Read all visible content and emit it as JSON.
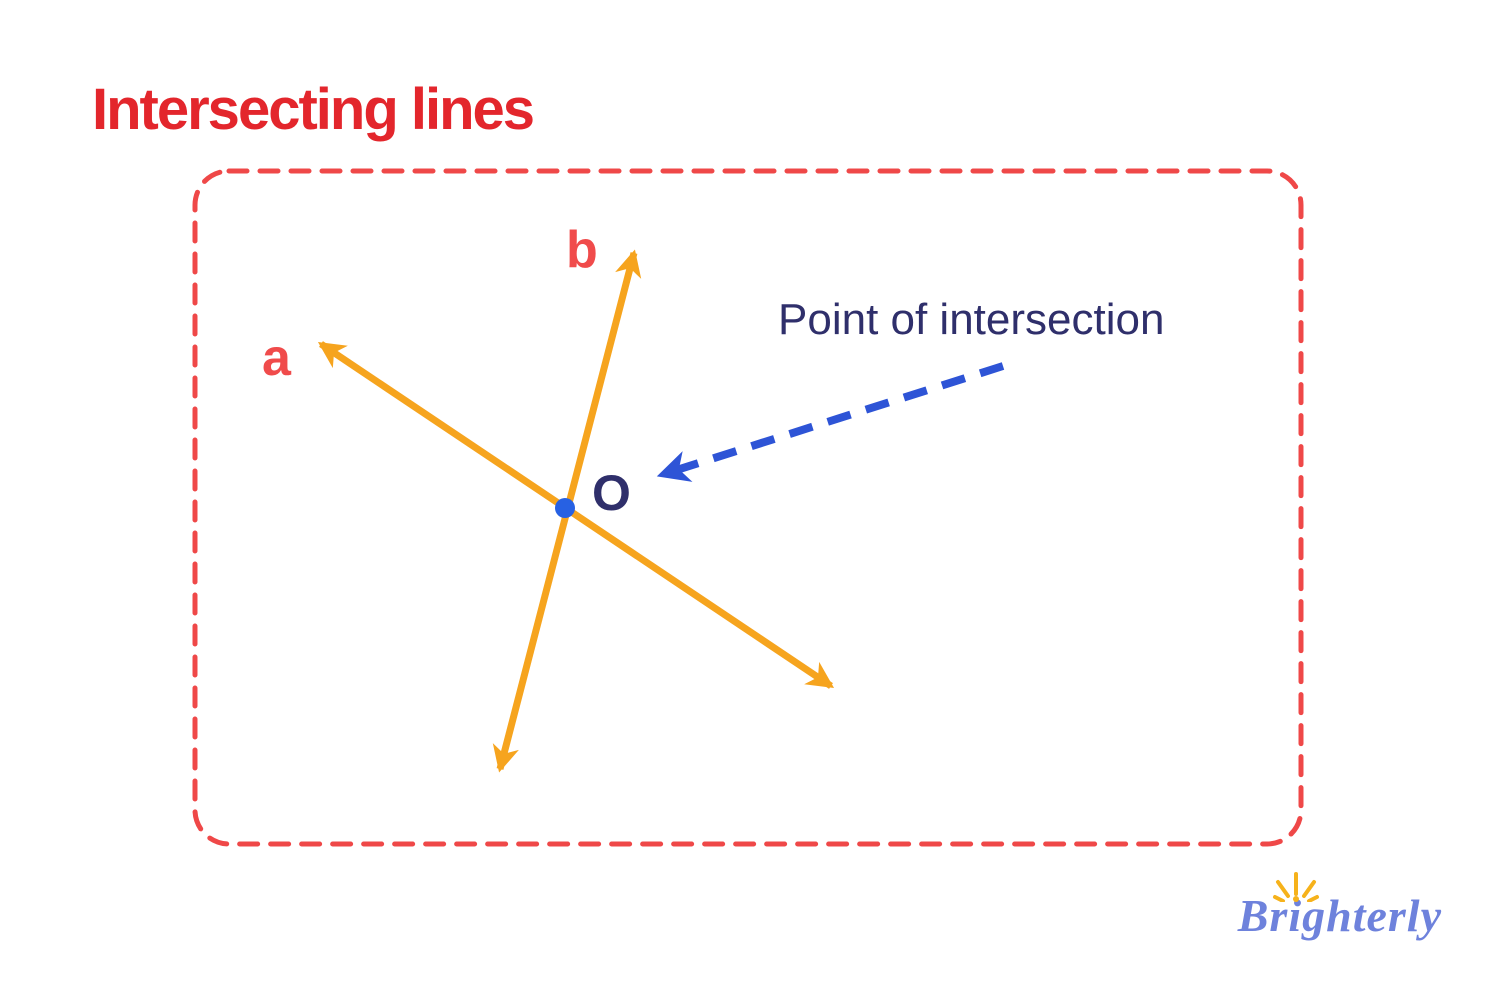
{
  "title": "Intersecting lines",
  "diagram": {
    "line_a_label": "a",
    "line_b_label": "b",
    "intersection_label": "O",
    "annotation": "Point of intersection"
  },
  "logo": {
    "text": "Brighterly"
  },
  "colors": {
    "background": "#ffffff",
    "title_red": "#e3262c",
    "frame_red": "#ef4848",
    "label_red": "#f04b4b",
    "line_orange": "#f6a41e",
    "text_navy": "#2f2f6b",
    "point_blue": "#2761e3",
    "arrow_blue": "#2e54d6",
    "logo_blue": "#6e82dc",
    "sun_orange": "#f6b21b"
  }
}
